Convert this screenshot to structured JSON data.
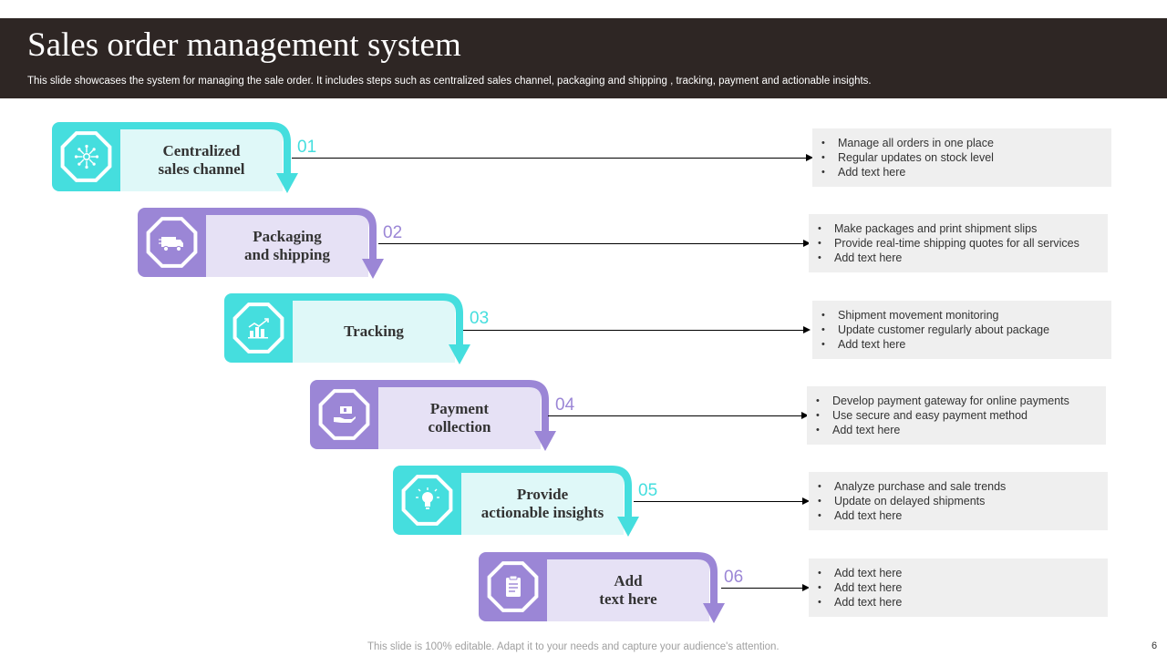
{
  "header": {
    "title": "Sales order management system",
    "subtitle": "This slide showcases the system for managing the sale order. It includes steps such as centralized sales channel, packaging and shipping , tracking, payment and actionable insights."
  },
  "steps": [
    {
      "number": "01",
      "label": "Centralized\nsales channel",
      "icon": "network-hub-icon",
      "color": "#45dede",
      "bullets": [
        "Manage all orders  in one place",
        "Regular updates on stock level",
        "Add text here"
      ]
    },
    {
      "number": "02",
      "label": "Packaging\nand shipping",
      "icon": "delivery-truck-icon",
      "color": "#9b86d6",
      "bullets": [
        "Make packages and print shipment slips",
        "Provide  real-time shipping quotes for all services",
        "Add text here"
      ]
    },
    {
      "number": "03",
      "label": "Tracking",
      "icon": "growth-chart-icon",
      "color": "#45dede",
      "bullets": [
        "Shipment movement monitoring",
        "Update customer regularly about package",
        "Add text here"
      ]
    },
    {
      "number": "04",
      "label": "Payment\ncollection",
      "icon": "payment-hand-icon",
      "color": "#9b86d6",
      "bullets": [
        "Develop  payment gateway for online payments",
        "Use secure and easy payment method",
        "Add text here"
      ]
    },
    {
      "number": "05",
      "label": "Provide\nactionable insights",
      "icon": "lightbulb-icon",
      "color": "#45dede",
      "bullets": [
        "Analyze purchase and sale trends",
        "Update on delayed shipments",
        "Add text here"
      ]
    },
    {
      "number": "06",
      "label": "Add\ntext here",
      "icon": "clipboard-icon",
      "color": "#9b86d6",
      "bullets": [
        "Add text here",
        "Add text here",
        "Add text here"
      ]
    }
  ],
  "footer": {
    "note": "This slide is 100% editable. Adapt it to your needs and capture your audience's attention.",
    "page": "6"
  }
}
